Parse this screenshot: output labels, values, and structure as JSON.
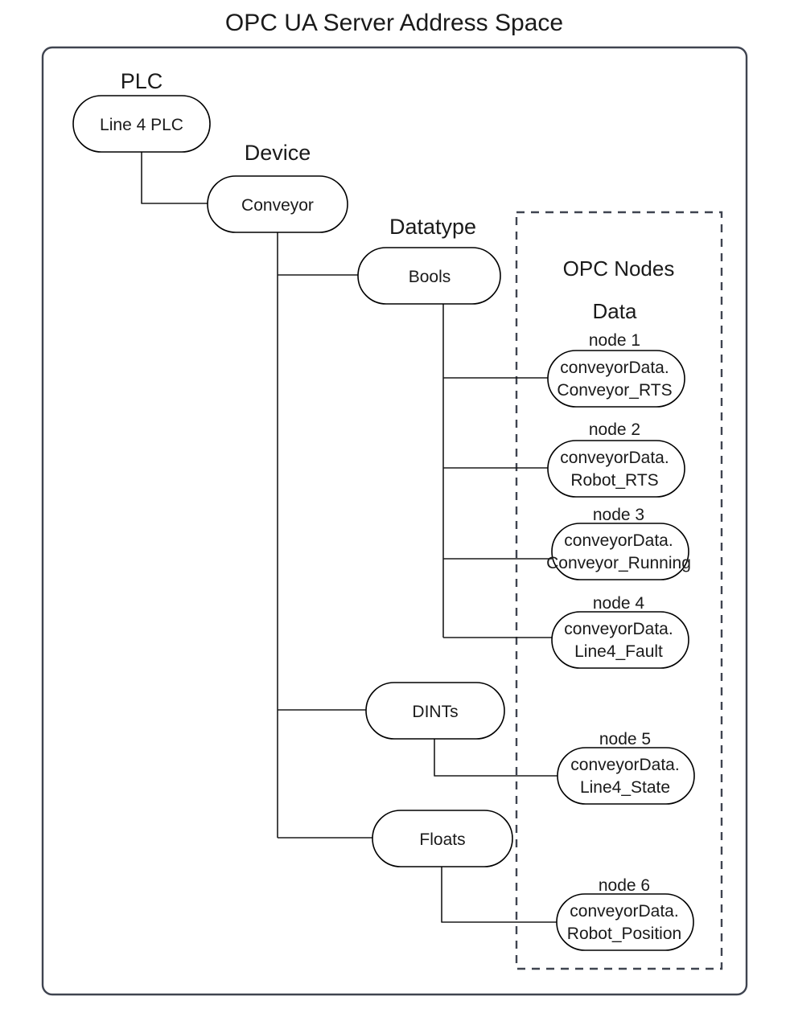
{
  "title": "OPC UA Server Address Space",
  "accent_color": "#ff3333",
  "text_color": "#1a1a1a",
  "outline_color": "#3f4450",
  "groups": {
    "plc": "PLC",
    "device": "Device",
    "datatype": "Datatype"
  },
  "opc_panel": {
    "heading": "OPC Nodes",
    "subheading": "Data"
  },
  "tree": {
    "plc_node": "Line 4 PLC",
    "device_node": "Conveyor",
    "datatypes": [
      {
        "label": "Bools"
      },
      {
        "label": "DINTs"
      },
      {
        "label": "Floats"
      }
    ]
  },
  "nodes": [
    {
      "label": "node 1",
      "line1": "conveyorData.",
      "line2": "Conveyor_RTS"
    },
    {
      "label": "node 2",
      "line1": "conveyorData.",
      "line2": "Robot_RTS"
    },
    {
      "label": "node 3",
      "line1": "conveyorData.",
      "line2": "Conveyor_Running"
    },
    {
      "label": "node 4",
      "line1": "conveyorData.",
      "line2": "Line4_Fault"
    },
    {
      "label": "node 5",
      "line1": "conveyorData.",
      "line2": "Line4_State"
    },
    {
      "label": "node 6",
      "line1": "conveyorData.",
      "line2": "Robot_Position"
    }
  ]
}
